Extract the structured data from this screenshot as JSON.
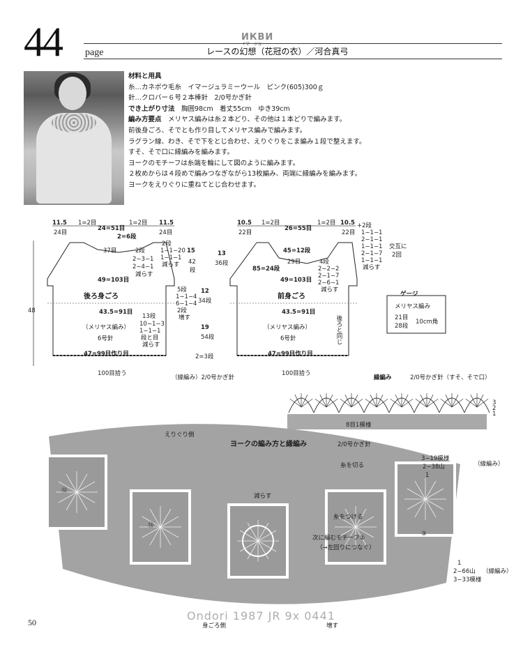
{
  "header": {
    "page_number": "44",
    "page_word": "page",
    "watermark": "ИКВИ",
    "ruby": "イマージュ",
    "title": "レースの幻想（花冠の衣）／河合真弓"
  },
  "materials": [
    {
      "label": "材料と用具",
      "text": ""
    },
    {
      "label": "",
      "text": "糸…カネボウ毛糸　イマージュラミーウール　ピンク(605)300ｇ"
    },
    {
      "label": "",
      "text": "針…クロバー６号２本棒針　2/0号かぎ針"
    },
    {
      "label": "でき上がり寸法",
      "text": "　胸囲98cm　着丈55cm　ゆき39cm"
    },
    {
      "label": "編み方要点",
      "text": "　メリヤス編みは糸２本どり、その他は１本どりで編みます。"
    },
    {
      "label": "",
      "text": "前後身ごろ、そでとも作り目してメリヤス編みで編みます。"
    },
    {
      "label": "",
      "text": "ラグラン線、わき、そで下をとじ合わせ、えりぐりをこま編み１段で整えます。"
    },
    {
      "label": "",
      "text": "すそ、そで口に縁編みを編みます。"
    },
    {
      "label": "",
      "text": "ヨークのモチーフは糸端を輪にして図のように編みます。"
    },
    {
      "label": "",
      "text": "２枚めからは４段めで編みつなぎながら13枚編み、両端に縁編みを編みます。"
    },
    {
      "label": "",
      "text": "ヨークをえりぐりに重ねてとじ合わせます。"
    }
  ],
  "back": {
    "name": "後ろ身ごろ",
    "top_dims": [
      "11.5",
      "1=2目",
      "24=51目",
      "1=2目",
      "11.5"
    ],
    "top_sub": [
      "24目",
      "",
      "",
      "",
      "24目"
    ],
    "dec_a": "2=6段",
    "neck": "37目",
    "raglan": [
      "2段",
      "1−1−20",
      "1−1−1",
      "減らす"
    ],
    "raglan_left": [
      "2段",
      "2−3−1",
      "2−4−1",
      "減らす"
    ],
    "h15": "15",
    "h42": "42",
    "h_unit": "段",
    "w49": "49=103目",
    "w43": "43.5=91目",
    "stitch": "（メリヤス編み）",
    "needle": "6号針",
    "side": [
      "5段",
      "1−1−4",
      "6−1−4",
      "2段",
      "増す"
    ],
    "side2": [
      "13段",
      "10−1−3",
      "1−1−1",
      "段と目",
      "減らす"
    ],
    "h12": "12",
    "h34": "34段",
    "h19": "19",
    "h54": "54段",
    "h48": "48",
    "cast": "47=99目作り目",
    "hem": "2=3段",
    "pickup": "100目拾う"
  },
  "front": {
    "name": "前身ごろ",
    "top_dims": [
      "10.5",
      "1=2目",
      "26=55目",
      "1=2目",
      "10.5"
    ],
    "top_sub": [
      "22目",
      "",
      "",
      "",
      "22目"
    ],
    "h13": "13",
    "h36": "36段",
    "w45": "45=12段",
    "neck": "29目",
    "w85": "85=24段",
    "raglan": [
      "+2段",
      "1−1−1",
      "2−1−1",
      "1−1−1",
      "2−1−7",
      "1−1−1",
      "減らす"
    ],
    "right": [
      "交互に",
      "2回"
    ],
    "inner": [
      "4段",
      "2−2−2",
      "2−1−7",
      "2−6−1",
      "減らす"
    ],
    "w49": "49=103目",
    "w43": "43.5=91目",
    "stitch": "（メリヤス編み）",
    "needle": "6号針",
    "same": "後ろと同じ",
    "cast": "47=99目作り目",
    "pickup": "100目拾う"
  },
  "edge_note": "（縁編み）2/0号かぎ針",
  "gauge": {
    "title": "ゲージ",
    "type": "メリヤス編み",
    "stitches": "21目",
    "rows": "28段",
    "size": "10cm角"
  },
  "edging": {
    "title": "縁編み",
    "hook": "2/0号かぎ針（すそ、そで口）",
    "repeat": "8目1模様",
    "rows": [
      "3",
      "2",
      "1"
    ]
  },
  "yoke": {
    "title": "ヨークの編み方と縁編み",
    "hook": "2/0号かぎ針",
    "neck_side": "えりぐり側",
    "cut": "糸を切る",
    "attach": "糸をつける",
    "dec": "減らす",
    "next": "次に編むモチーフ②",
    "next2": "（→左回りにつなぐ）",
    "right_top": [
      "3−19模様",
      "2−38山",
      "1"
    ],
    "right_bot": [
      "1",
      "2−66山",
      "3−33模様"
    ],
    "edge": "（縁編み）",
    "body_side": "身ごろ側",
    "inc": "増す",
    "motifs": [
      "⑫",
      "⑬",
      "③"
    ]
  },
  "footer": {
    "page": "50",
    "copyright": "Ondori 1987 JR 9x 0441"
  }
}
